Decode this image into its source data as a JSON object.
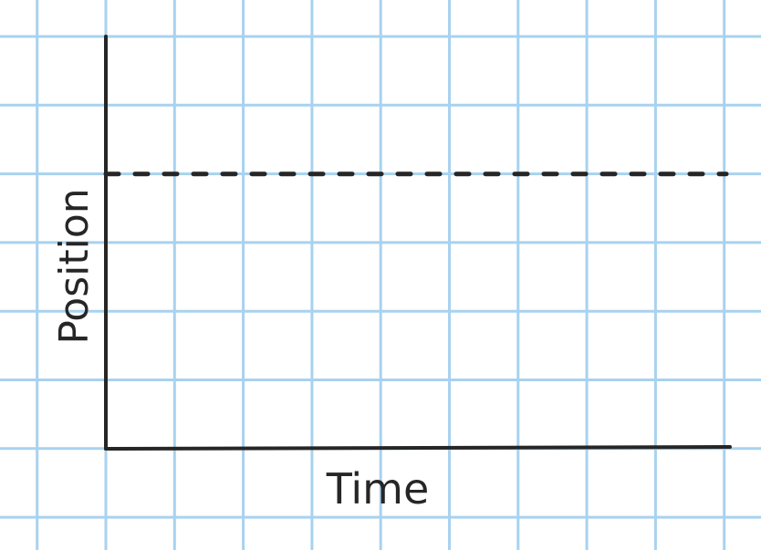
{
  "chart_data": {
    "type": "line",
    "xlabel": "Time",
    "ylabel": "Position",
    "grid": true,
    "series": [
      {
        "style": "dashed",
        "x": [
          0,
          9
        ],
        "y": [
          4,
          4
        ]
      }
    ],
    "xlim": [
      0,
      9
    ],
    "ylim": [
      0,
      6
    ]
  },
  "colors": {
    "paper": "#ffffff",
    "grid": "#a8d2ef",
    "ink": "#262626"
  }
}
